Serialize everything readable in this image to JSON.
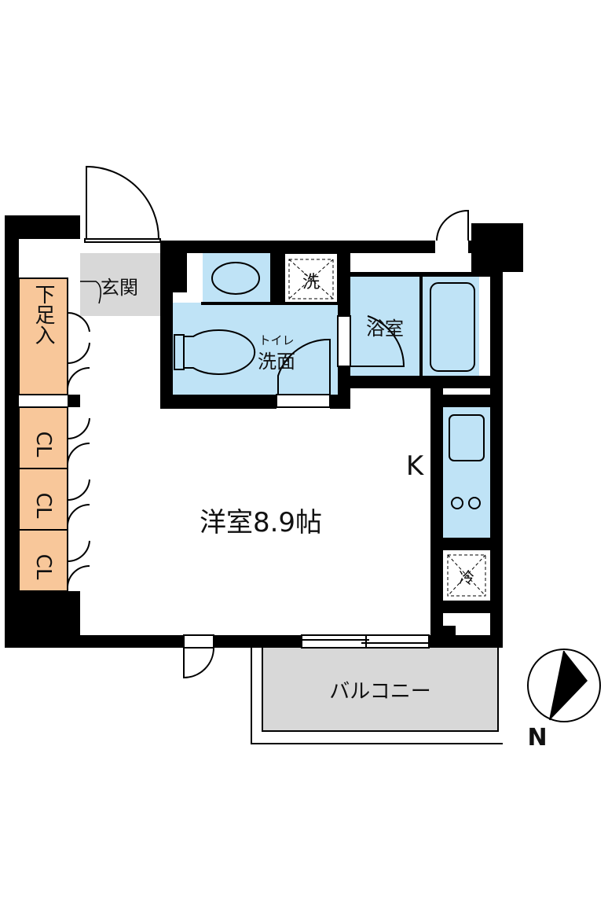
{
  "rooms": {
    "entrance": "玄関",
    "shoe_storage": "下足入",
    "closet_1": "CL",
    "closet_2": "CL",
    "closet_3": "CL",
    "toilet_washroom_small": "トイレ",
    "toilet_washroom": "洗面",
    "washer": "洗",
    "bathroom": "浴室",
    "western_room": "洋室8.9帖",
    "kitchen": "K",
    "fridge": "冷",
    "balcony": "バルコニー"
  },
  "compass": {
    "north_label": "N"
  },
  "colors": {
    "wall": "#000000",
    "wet_area": "#bfe3f6",
    "storage": "#f8c79a",
    "entrance_floor": "#d8d8d8",
    "balcony_floor": "#d8d8d8",
    "floor": "#ffffff"
  }
}
